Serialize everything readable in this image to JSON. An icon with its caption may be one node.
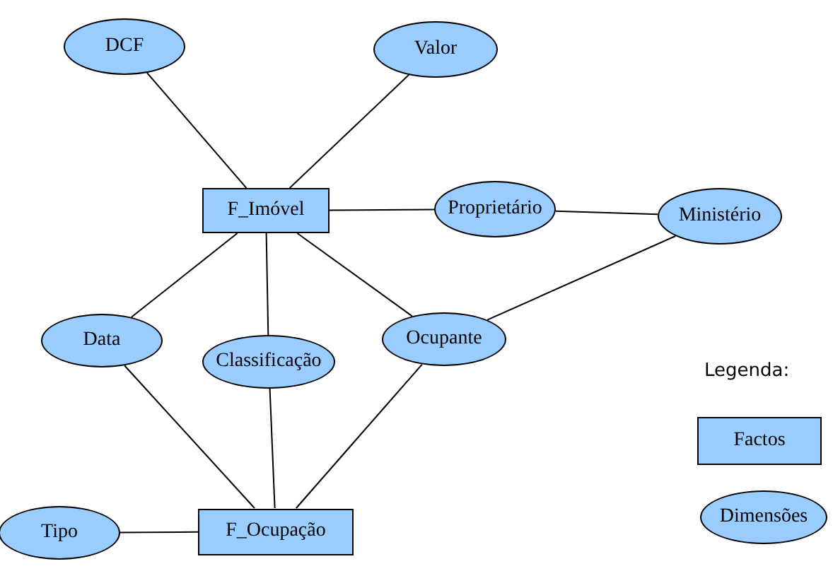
{
  "diagram": {
    "nodes": [
      {
        "text": [
          "DCF"
        ]
      },
      {
        "text": [
          "Valor"
        ]
      },
      {
        "text": [
          "F_Imóvel"
        ]
      },
      {
        "text": [
          "Proprietário"
        ]
      },
      {
        "text": [
          "Ministério"
        ]
      },
      {
        "text": [
          "Data"
        ]
      },
      {
        "text": [
          "Classificação"
        ]
      },
      {
        "text": [
          "Ocupante"
        ]
      },
      {
        "text": [
          "F_Ocupação"
        ]
      },
      {
        "text": [
          "Tipo"
        ]
      }
    ],
    "edges": [
      {
        "from": 0,
        "to": 2,
        "arrow": "none"
      },
      {
        "from": 1,
        "to": 2,
        "arrow": "none"
      },
      {
        "from": 2,
        "to": 3,
        "arrow": "none"
      },
      {
        "from": 3,
        "to": 4,
        "arrow": "none"
      },
      {
        "from": 2,
        "to": 5,
        "arrow": "none"
      },
      {
        "from": 2,
        "to": 6,
        "arrow": "none"
      },
      {
        "from": 2,
        "to": 7,
        "arrow": "none"
      },
      {
        "from": 7,
        "to": 4,
        "arrow": "none"
      },
      {
        "from": 5,
        "to": 8,
        "arrow": "none"
      },
      {
        "from": 6,
        "to": 8,
        "arrow": "none"
      },
      {
        "from": 7,
        "to": 8,
        "arrow": "none"
      },
      {
        "from": 9,
        "to": 8,
        "arrow": "none"
      }
    ],
    "labels": [
      "Legenda:"
    ],
    "legend": [
      {
        "text": "Factos",
        "color": "#99ccff"
      },
      {
        "text": "Dimensões",
        "color": "#99ccff"
      }
    ]
  }
}
